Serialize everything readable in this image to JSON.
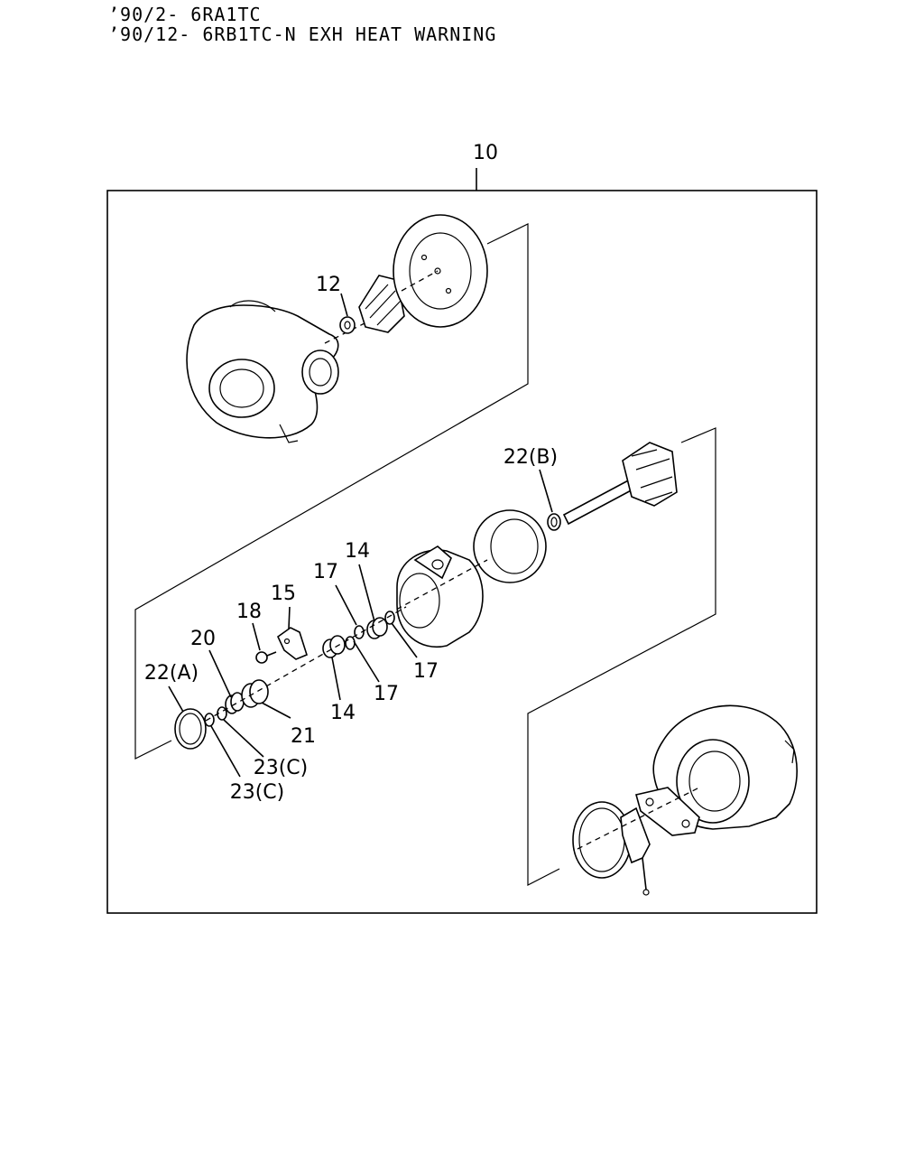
{
  "header": {
    "line1": "’90/2- 6RA1TC",
    "line2": "’90/12- 6RB1TC-N EXH HEAT WARNING"
  },
  "callouts": {
    "c10": "10",
    "c12": "12",
    "c22b": "22(B)",
    "c14a": "14",
    "c17a": "17",
    "c15": "15",
    "c18": "18",
    "c20": "20",
    "c22a": "22(A)",
    "c17b": "17",
    "c17c": "17",
    "c14b": "14",
    "c21": "21",
    "c23a": "23(C)",
    "c23b": "23(C)"
  }
}
